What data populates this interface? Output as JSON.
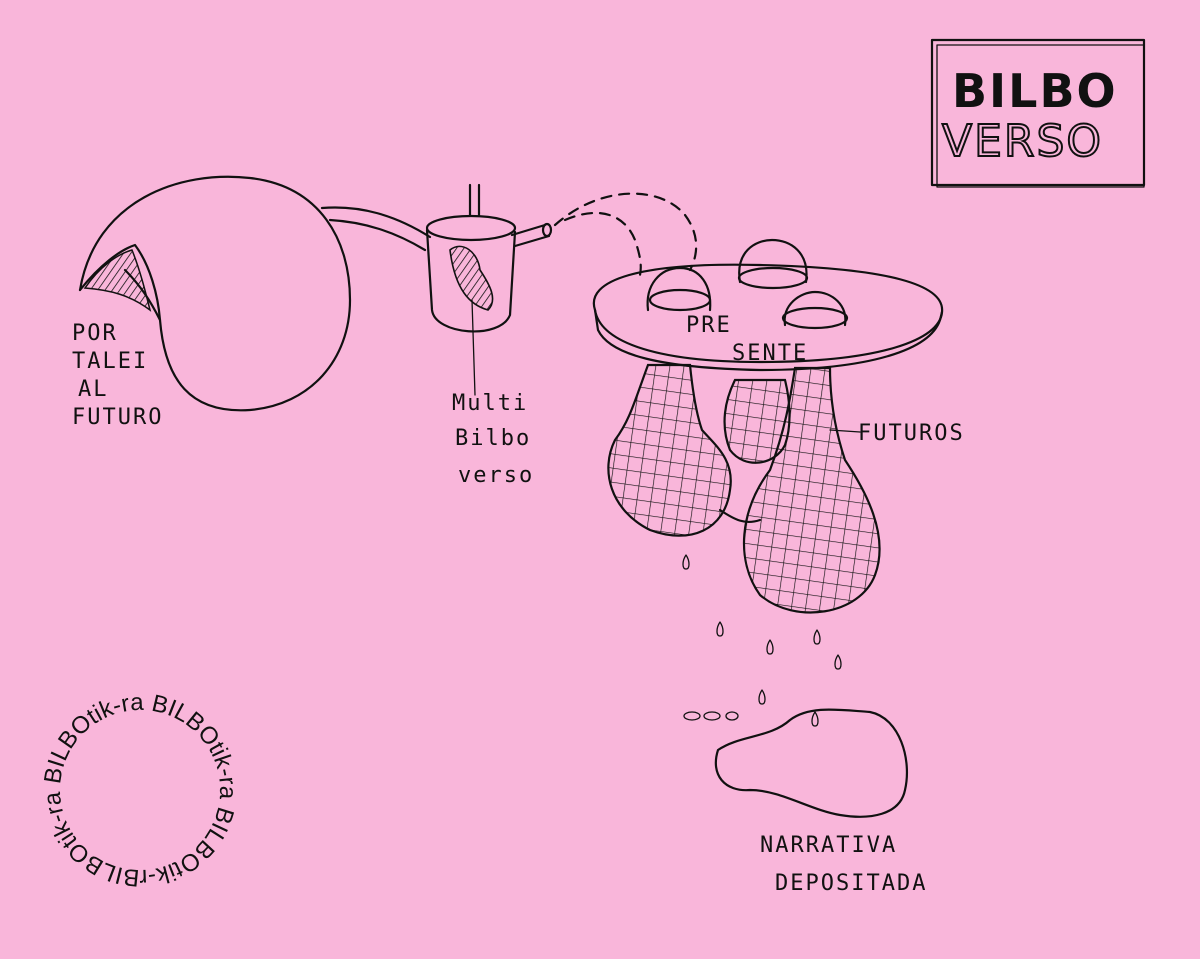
{
  "logo": {
    "line1": "BILBO",
    "line2": "VERSO"
  },
  "labels": {
    "portal": [
      "POR",
      "TALEI",
      "AL",
      "FUTURO"
    ],
    "multi": [
      "Multi",
      "Bilbo",
      "verso"
    ],
    "presente": [
      "PRE",
      "SENTE"
    ],
    "futuros": "FUTUROS",
    "narrativa": [
      "NARRATIVA",
      "DEPOSITADA"
    ]
  },
  "ring": {
    "text": "BILBOtik-ra BILBOtik-ra BILBOtik-ra BILBOtik-ra"
  },
  "colors": {
    "background": "#f9b6da",
    "ink": "#111111"
  }
}
